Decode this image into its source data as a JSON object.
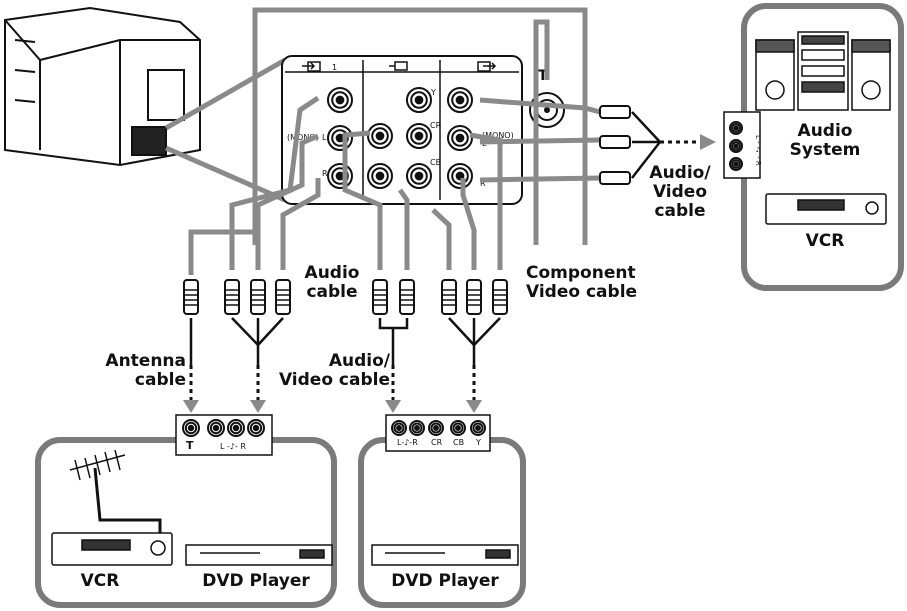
{
  "labels": {
    "audio_system": "Audio\nSystem",
    "vcr_right": "VCR",
    "av_cable_right": "Audio/\nVideo\ncable",
    "audio_cable": "Audio\ncable",
    "component_cable": "Component\nVideo cable",
    "antenna_cable": "Antenna\ncable",
    "av_cable_left": "Audio/\nVideo cable",
    "vcr_left": "VCR",
    "dvd_left": "DVD Player",
    "dvd_right": "DVD Player"
  },
  "panel": {
    "input_number": "1",
    "mono": "(MONO)",
    "mono_right": "(MONO)",
    "l": "L",
    "r": "R",
    "y": "Y",
    "cb": "CB",
    "cr": "CR"
  },
  "jack_labels": {
    "left_box": "L -♪- R",
    "right_box_lr": "L-♪-R",
    "right_box_cr": "CR",
    "right_box_cb": "CB",
    "right_box_y": "Y",
    "right_side": "L - ♪ - R"
  },
  "colors": {
    "cable": "#8a8a8a",
    "frame": "#7a7a7a",
    "ink": "#111111"
  }
}
